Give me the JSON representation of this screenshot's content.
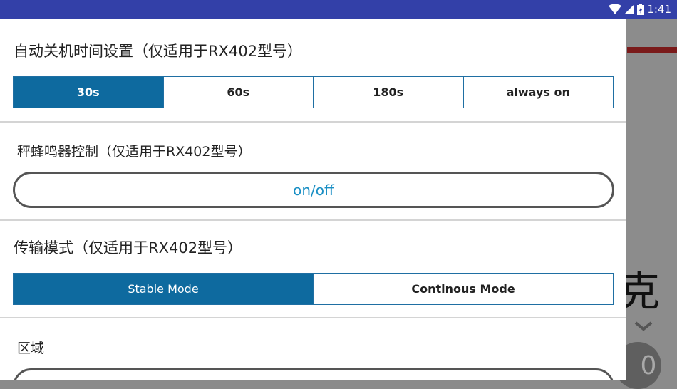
{
  "status_bar": {
    "time": "1:41",
    "wifi_icon": "wifi-icon",
    "signal_icon": "cell-signal-icon",
    "battery_icon": "battery-charging-icon",
    "color": "#3340a8"
  },
  "background": {
    "partial_char": "克",
    "circle_text": "0",
    "chevron_icon": "chevron-down-icon"
  },
  "sections": {
    "auto_shutdown": {
      "title": "自动关机时间设置（仅适用于RX402型号）",
      "options": [
        "30s",
        "60s",
        "180s",
        "always on"
      ],
      "selected": "30s"
    },
    "buzzer": {
      "title": "秤蜂鸣器控制（仅适用于RX402型号）",
      "toggle_label": "on/off"
    },
    "transfer_mode": {
      "title": "传输模式（仅适用于RX402型号）",
      "options": [
        "Stable Mode",
        "Continous Mode"
      ],
      "selected": "Stable Mode"
    },
    "region": {
      "title": "区域"
    }
  },
  "colors": {
    "accent": "#0e6a9f",
    "link": "#1a8fc4",
    "pill_border": "#555555"
  }
}
